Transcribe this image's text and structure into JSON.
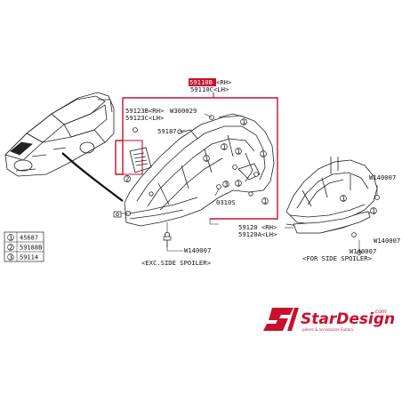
{
  "parts": {
    "main_rh_highlight": "59110B",
    "main_rh_suffix": "<RH>",
    "main_lh": "59110C<LH>",
    "p1_rh": "59123B<RH>",
    "p1_lh": "59123C<LH>",
    "w300029": "W300029",
    "p59187": "59187",
    "p0310s": "0310S",
    "p59120_rh": "59120 <RH>",
    "p59120a_lh": "59120A<LH>",
    "w140007_left": "W140007",
    "w140007_right1": "W140007",
    "w140007_right2": "W140007",
    "w140007_right3": "W140007"
  },
  "captions": {
    "left": "<EXC.SIDE SPOILER>",
    "right": "<FOR SIDE SPOILER>"
  },
  "legend": [
    {
      "num": "1",
      "code": "45687"
    },
    {
      "num": "2",
      "code": "59188B"
    },
    {
      "num": "3",
      "code": "59114"
    }
  ],
  "callouts": {
    "n1": "1",
    "n2": "2",
    "n3": "3"
  },
  "logo": {
    "brand": "StarDesign",
    "tld": ".com",
    "tagline": "pièces & accessoires Subaru"
  },
  "colors": {
    "accent_red": "#c8102e",
    "line": "#111111"
  }
}
